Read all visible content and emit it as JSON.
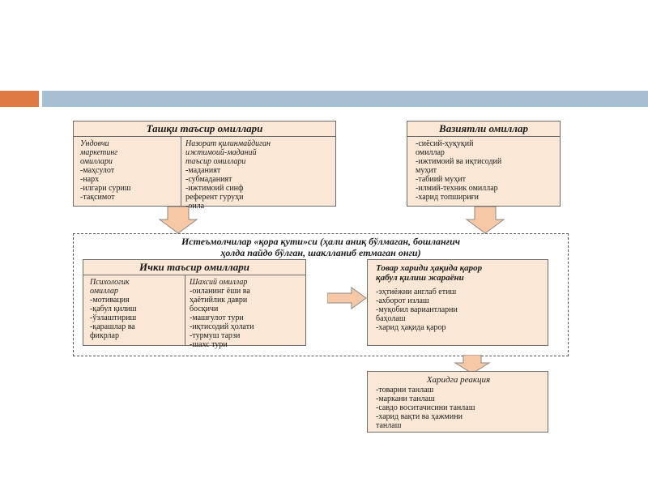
{
  "external_factors": {
    "title": "Ташқи таъсир омиллари",
    "left_heading": [
      "Ундовчи",
      "маркетинг",
      "омиллари"
    ],
    "left_items": [
      "-маҳсулот",
      "-нарх",
      "-илгари суриш",
      "-тақсимот"
    ],
    "right_heading": [
      "Назорат қилинмайдиган",
      "ижтимоий-маданий",
      "таъсир омиллари"
    ],
    "right_items": [
      "-маданият",
      "-субмаданият",
      "-ижтимоий синф",
      "референт гуруҳи",
      "-оила"
    ]
  },
  "situational_factors": {
    "title": "Вазиятли омиллар",
    "items": [
      "-сиёсий-ҳуқуқий",
      "омиллар",
      "-ижтимоий ва иқтисодий",
      "муҳит",
      "-табиий муҳит",
      "-илмий-техник омиллар",
      "-харид топшириғи"
    ]
  },
  "black_box": {
    "title_line1": "Истеъмолчилар «қора қути»си (ҳали аниқ бўлмаган, бошланғич",
    "title_line2": "ҳолда пайдо бўлган, шаклланиб етмаган онги)"
  },
  "internal_factors": {
    "title": "Ички таъсир омиллари",
    "left_heading": [
      "Психологик",
      "омиллар"
    ],
    "left_items": [
      "-мотивация",
      "-қабул қилиш",
      "-ўзлаштириш",
      "-қарашлар ва",
      "фикрлар"
    ],
    "right_heading": [
      "Шахсий омиллар"
    ],
    "right_items": [
      "-оиланинг ёши ва",
      "ҳаётийлик даври",
      "босқичи",
      "-машғулот тури",
      "-иқтисодий ҳолати",
      "-турмуш тарзи",
      "-шахс тури"
    ]
  },
  "decision_process": {
    "title_lines": [
      "Товар хариди ҳақида қарор",
      "қабул қилиш жараёни"
    ],
    "items": [
      "-эҳтиёжни англаб етиш",
      "-ахборот излаш",
      "-муқобил вариантларни",
      "баҳолаш",
      "-харид ҳақида қарор"
    ]
  },
  "purchase_reaction": {
    "title": "Харидга реакция",
    "items": [
      "-товарни танлаш",
      "-маркани танлаш",
      "-савдо воситачисини танлаш",
      "-харид вақти ва ҳажмини",
      "танлаш"
    ]
  },
  "colors": {
    "box_fill": "#fbe7d6",
    "arrow_fill": "#f6c8a6",
    "accent_orange": "#e07a45",
    "accent_blue": "#a7bfd3"
  }
}
